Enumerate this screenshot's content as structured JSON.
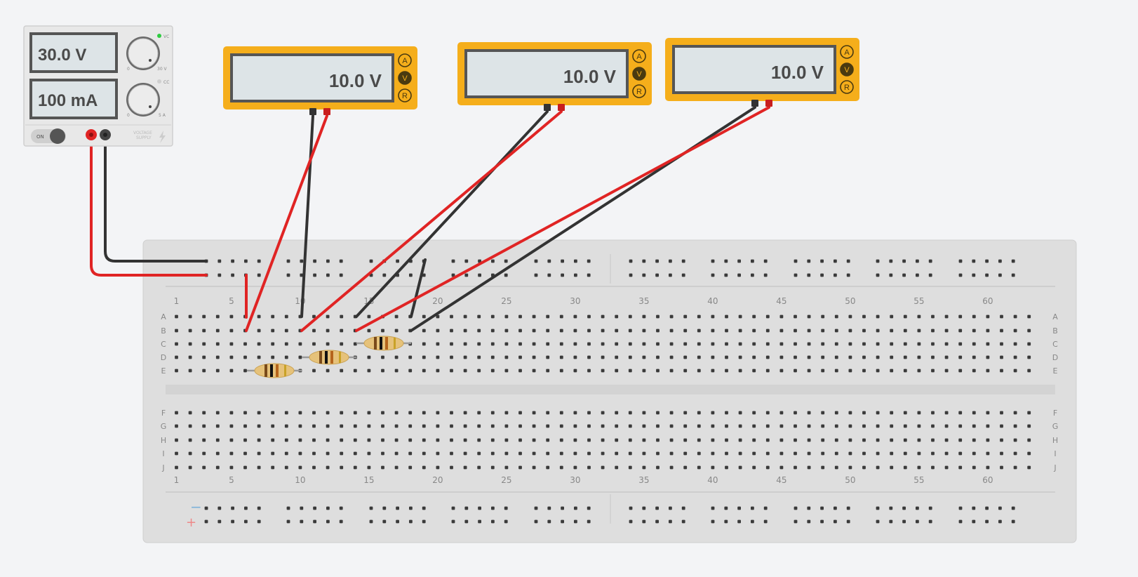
{
  "power_supply": {
    "voltage_display": "30.0 V",
    "current_display": "100 mA",
    "vc_label": "VC",
    "cc_label": "CC",
    "voltage_min_label": "0",
    "voltage_max_label": "30 V",
    "current_min_label": "0",
    "current_max_label": "5 A",
    "on_label": "ON",
    "brand_line1": "VOLTAGE",
    "brand_line2": "SUPPLY",
    "vc_indicator_color": "#2ecc40",
    "cc_indicator_color": "#cfcfcf"
  },
  "multimeters": [
    {
      "reading": "10.0 V",
      "mode_a": "A",
      "mode_v": "V",
      "mode_r": "R",
      "active_mode": "V"
    },
    {
      "reading": "10.0 V",
      "mode_a": "A",
      "mode_v": "V",
      "mode_r": "R",
      "active_mode": "V"
    },
    {
      "reading": "10.0 V",
      "mode_a": "A",
      "mode_v": "V",
      "mode_r": "R",
      "active_mode": "V"
    }
  ],
  "breadboard": {
    "column_numbers": [
      "1",
      "5",
      "10",
      "15",
      "20",
      "25",
      "30",
      "35",
      "40",
      "45",
      "50",
      "55",
      "60"
    ],
    "rows_top": [
      "A",
      "B",
      "C",
      "D",
      "E"
    ],
    "rows_bottom": [
      "F",
      "G",
      "H",
      "I",
      "J"
    ],
    "rail_minus": "−",
    "rail_plus": "+"
  },
  "colors": {
    "meter_body": "#f5ae1b",
    "lcd": "#dde4e7",
    "wire_red": "#e02424",
    "wire_black": "#333333",
    "board": "#dedede"
  }
}
